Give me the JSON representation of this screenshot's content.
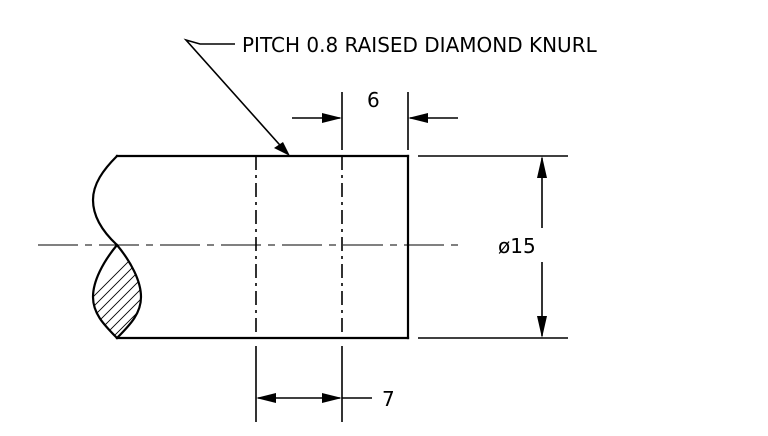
{
  "note": {
    "text": "PITCH 0.8 RAISED DIAMOND KNURL"
  },
  "dimensions": {
    "knurl_length": "6",
    "diameter": "ø15",
    "knurl_start": "7"
  }
}
